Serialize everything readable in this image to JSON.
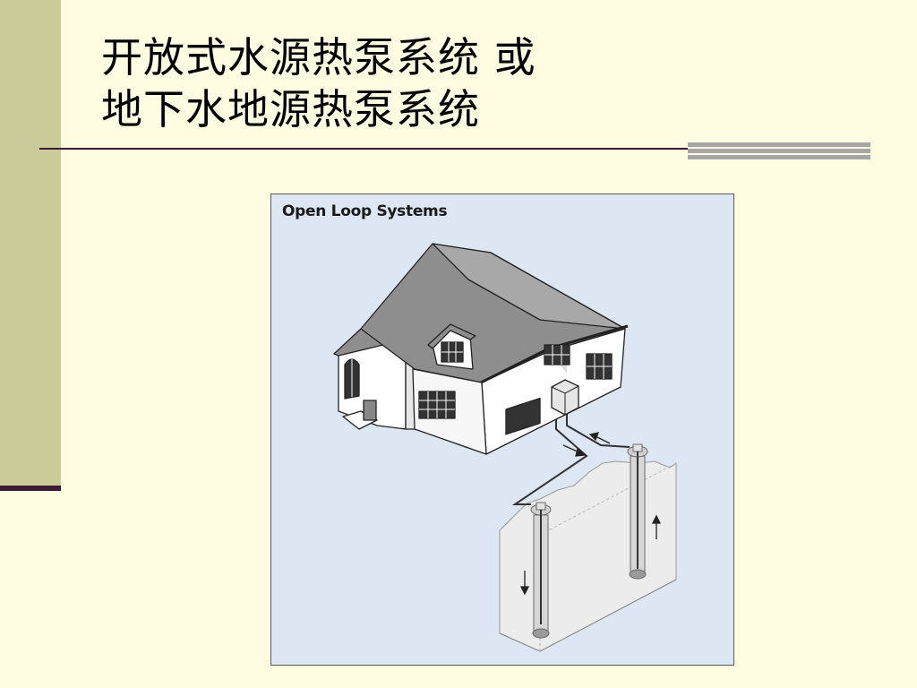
{
  "slide": {
    "title_lines": [
      "开放式水源热泵系统 或",
      "地下水地源热泵系统"
    ]
  },
  "figure": {
    "title": "Open Loop Systems",
    "icons": [
      "house-illustration",
      "supply-well",
      "return-well",
      "heat-pump-unit",
      "flow-arrow"
    ]
  },
  "colors": {
    "background": "#fefde2",
    "left_bar": "#cbcb99",
    "rule": "#3a1a34",
    "figure_bg": "#dde6f3",
    "roof": "#8e8e8e"
  }
}
